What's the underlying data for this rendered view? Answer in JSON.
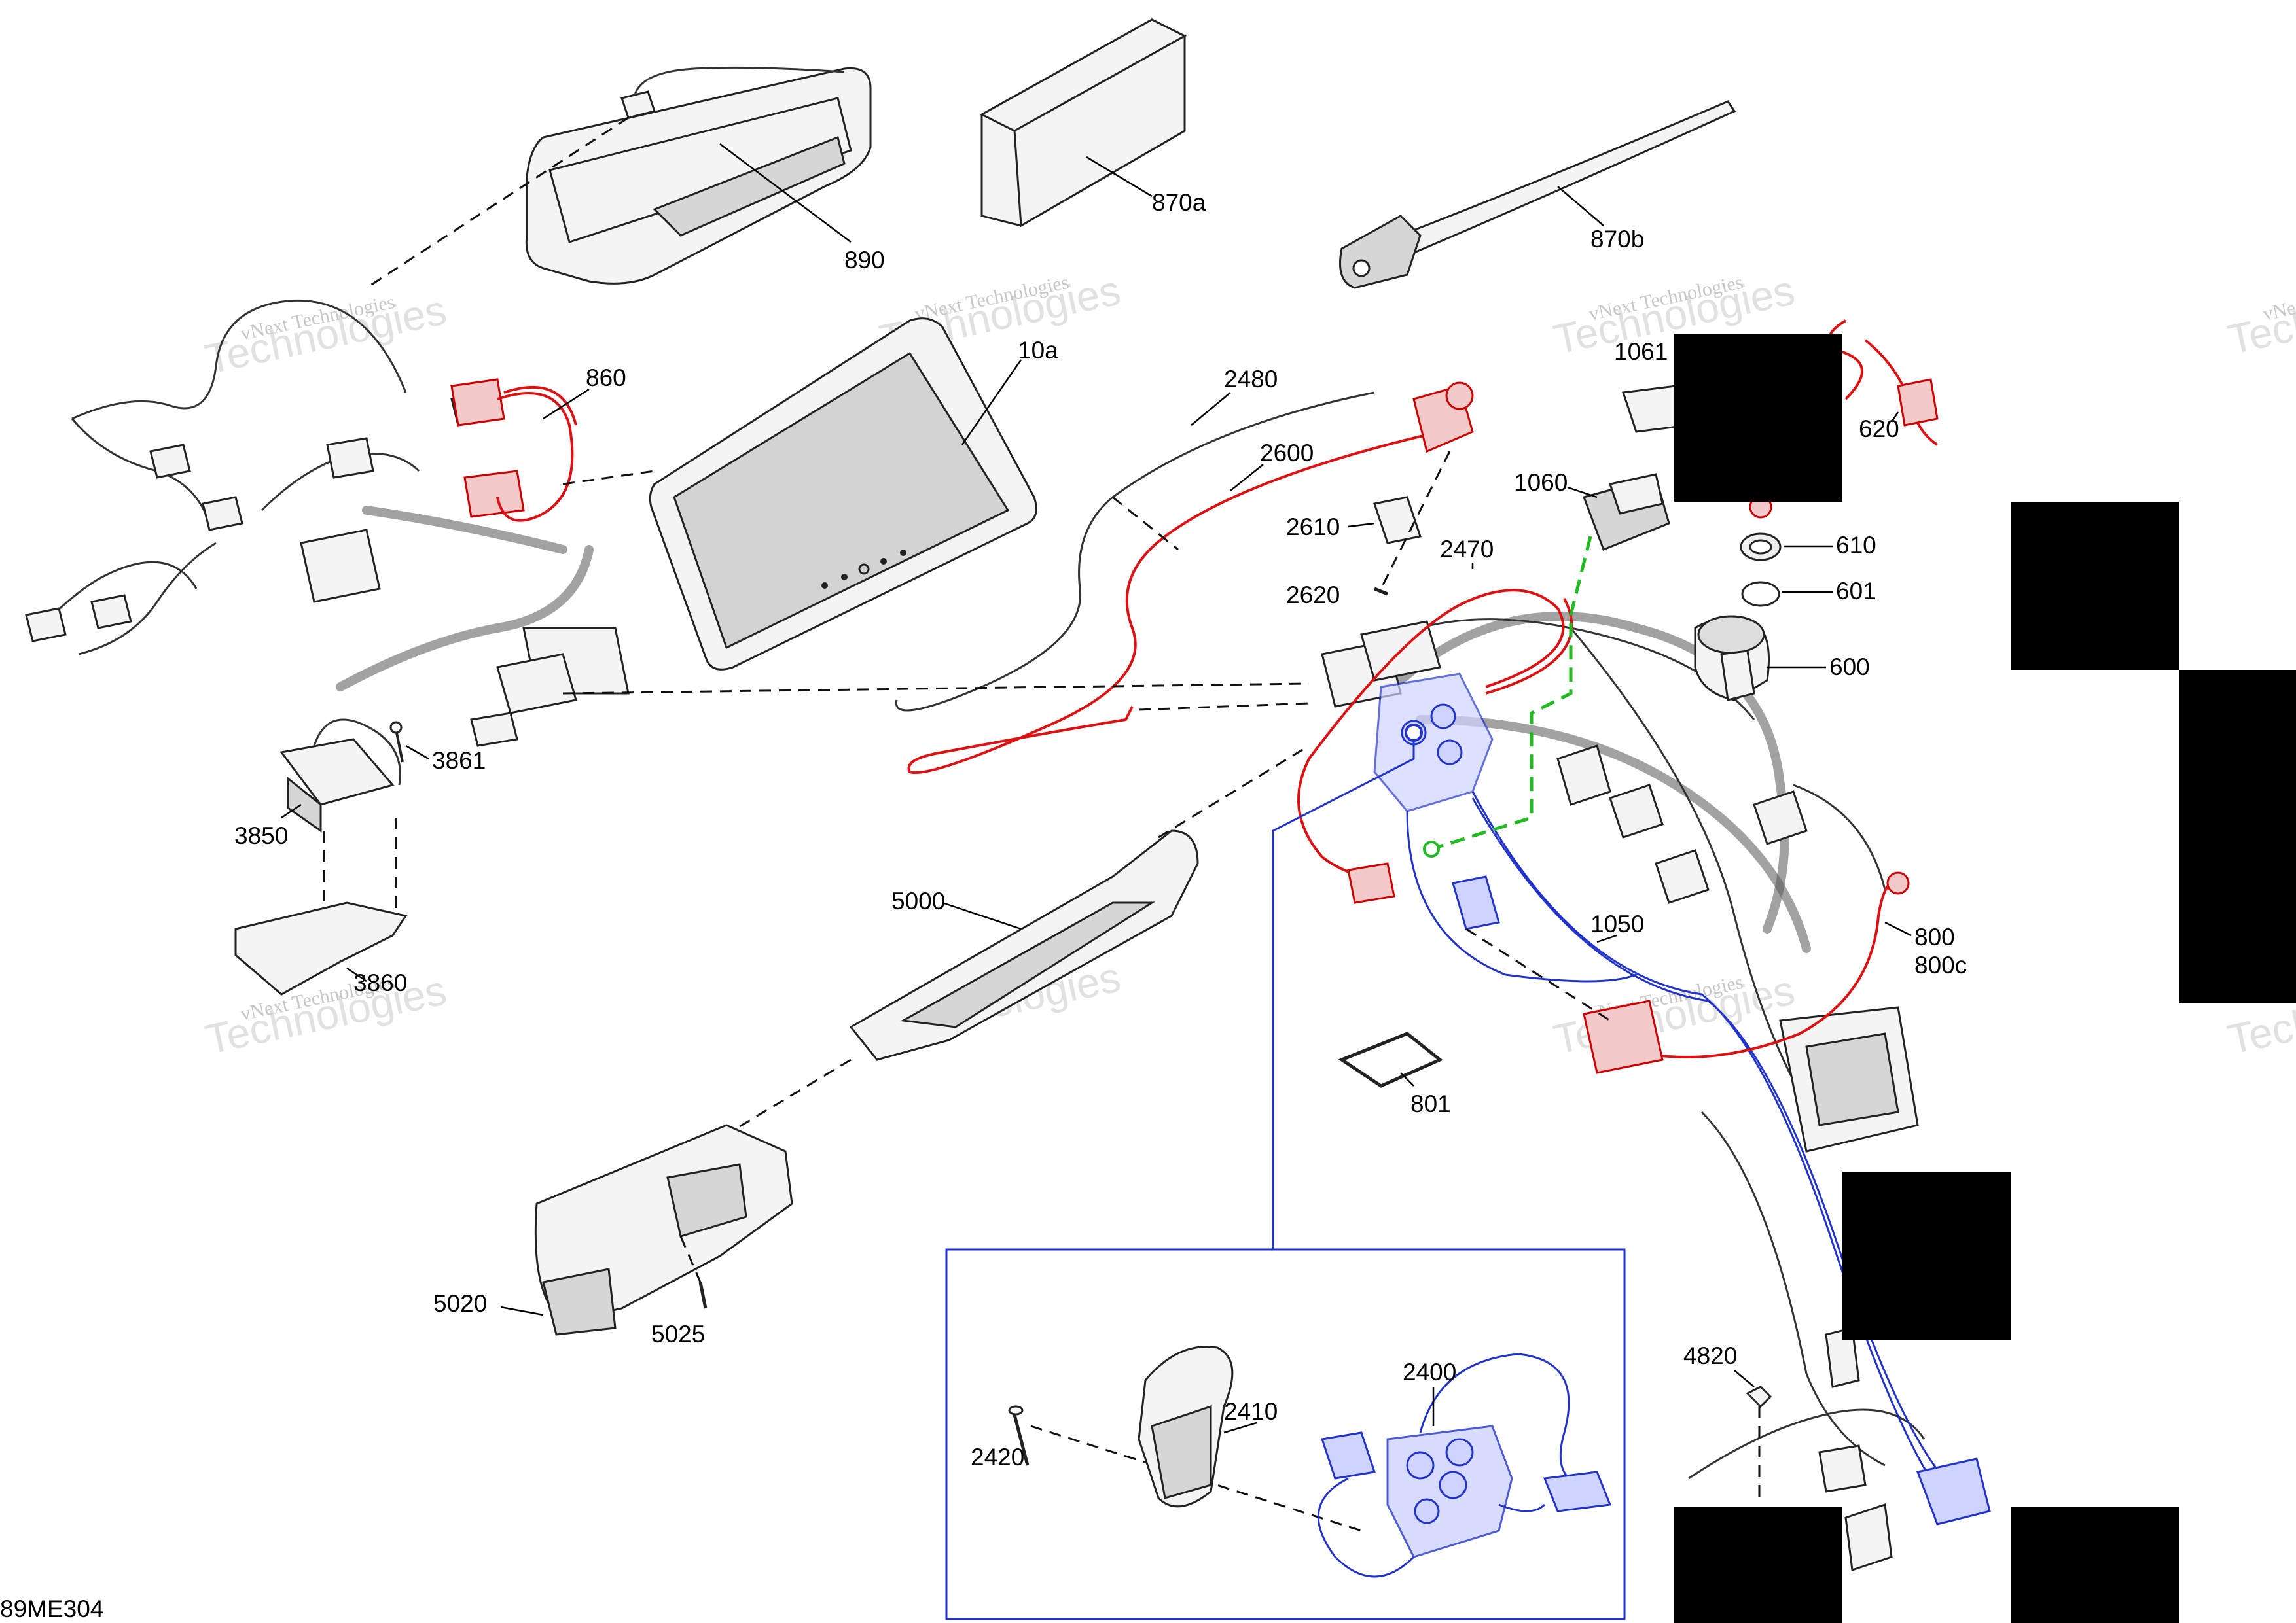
{
  "diagram_code": "89ME304",
  "watermark": {
    "line1": "vNext Technologies",
    "line2": "vNext",
    "line3": "Technologies"
  },
  "labels": {
    "p890": "890",
    "p870a": "870a",
    "p870b": "870b",
    "p860": "860",
    "p10a": "10a",
    "p2480": "2480",
    "p2600": "2600",
    "p2610": "2610",
    "p2620": "2620",
    "p2470": "2470",
    "p1061": "1061",
    "p620": "620",
    "p1060": "1060",
    "p610": "610",
    "p601": "601",
    "p600": "600",
    "p3861": "3861",
    "p3850": "3850",
    "p3860": "3860",
    "p5000": "5000",
    "p1050": "1050",
    "p800": "800",
    "p800c": "800c",
    "p801": "801",
    "p5020": "5020",
    "p5025": "5025",
    "p4820": "4820",
    "p2400": "2400",
    "p2410": "2410",
    "p2420": "2420"
  },
  "colors": {
    "highlight_red": "#d11111",
    "highlight_blue": "#2233cc",
    "highlight_green": "#22bb22",
    "redaction": "#000000"
  }
}
